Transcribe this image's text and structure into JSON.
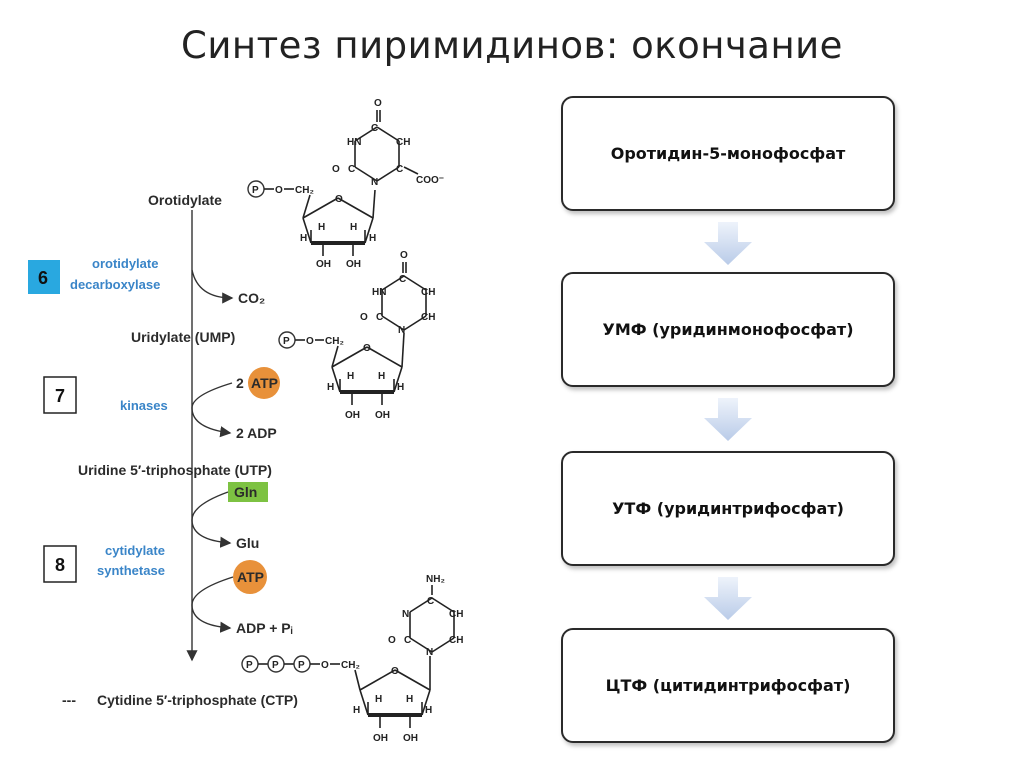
{
  "slide": {
    "title": "Синтез пиримидинов: окончание"
  },
  "pathway": {
    "compounds": {
      "orotidylate": "Orotidylate",
      "ump": "Uridylate (UMP)",
      "utp": "Uridine 5′-triphosphate (UTP)",
      "ctp": "Cytidine 5′-triphosphate (CTP)",
      "ctp_dashes": "---"
    },
    "steps": {
      "step6": {
        "number": "6",
        "enzyme_line1": "orotidylate",
        "enzyme_line2": "decarboxylase",
        "product": "CO₂"
      },
      "step7": {
        "number": "7",
        "enzyme": "kinases",
        "input": "2 ATP",
        "output": "2 ADP"
      },
      "step8": {
        "number": "8",
        "enzyme_line1": "cytidylate",
        "enzyme_line2": "synthetase",
        "gln": "Gln",
        "glu": "Glu",
        "atp": "ATP",
        "adp_pi": "ADP + Pᵢ"
      }
    },
    "atoms": {
      "phosphate": "P",
      "o": "O",
      "ch2": "CH₂",
      "ring_o": "O",
      "h": "H",
      "oh": "OH",
      "hn": "HN",
      "n": "N",
      "c": "C",
      "ch": "CH",
      "coo": "COO⁻",
      "nh2": "NH₂"
    },
    "colors": {
      "enzyme": "#3a85c8",
      "step6_fill": "#29a8e0",
      "atp": "#e8913a",
      "gln": "#7dc242"
    }
  },
  "flow": {
    "boxes": [
      {
        "label": "Оротидин-5-монофосфат"
      },
      {
        "label": "УМФ (уридинмонофосфат)"
      },
      {
        "label": "УТФ (уридинтрифосфат)"
      },
      {
        "label": "ЦТФ (цитидинтрифосфат)"
      }
    ]
  }
}
